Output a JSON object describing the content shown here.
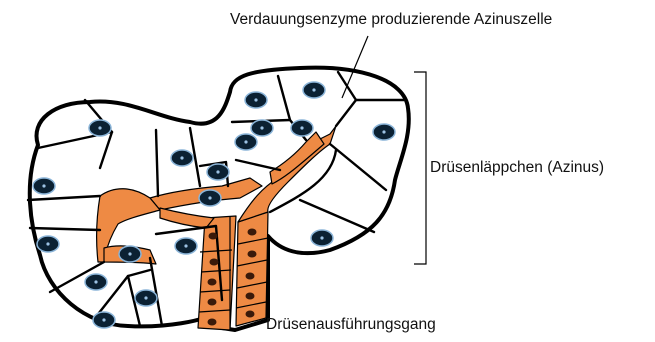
{
  "labels": {
    "acinar_cell": "Verdauungsenzyme produzierende Azinuszelle",
    "lobule": "Drüsenläppchen (Azinus)",
    "duct": "Drüsenausführungsgang"
  },
  "colors": {
    "outline": "#000000",
    "duct_fill": "#ee8a44",
    "nucleus": "#0b2133",
    "nucleus_ring": "#8ab4d8",
    "background": "#ffffff"
  }
}
